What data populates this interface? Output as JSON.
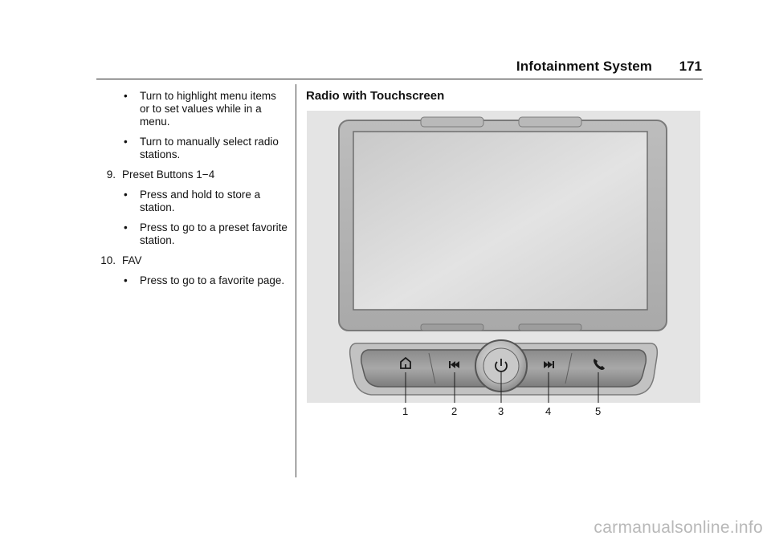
{
  "header": {
    "title": "Infotainment System",
    "page_number": "171"
  },
  "left_column": {
    "bullet_1": "Turn to highlight menu items or to set values while in a menu.",
    "bullet_2": "Turn to manually select radio stations.",
    "item_9_num": "9.",
    "item_9_label": "Preset Buttons 1−4",
    "bullet_3": "Press and hold to store a station.",
    "bullet_4": "Press to go to a preset favorite station.",
    "item_10_num": "10.",
    "item_10_label": "FAV",
    "bullet_5": "Press to go to a favorite page.",
    "bullet_symbol": "•"
  },
  "section": {
    "title": "Radio with Touchscreen"
  },
  "figure": {
    "callouts": [
      "1",
      "2",
      "3",
      "4",
      "5"
    ],
    "buttons": [
      "home-icon",
      "previous-track-icon",
      "power-icon",
      "next-track-icon",
      "phone-icon"
    ]
  },
  "watermark": "carmanualsonline.info"
}
